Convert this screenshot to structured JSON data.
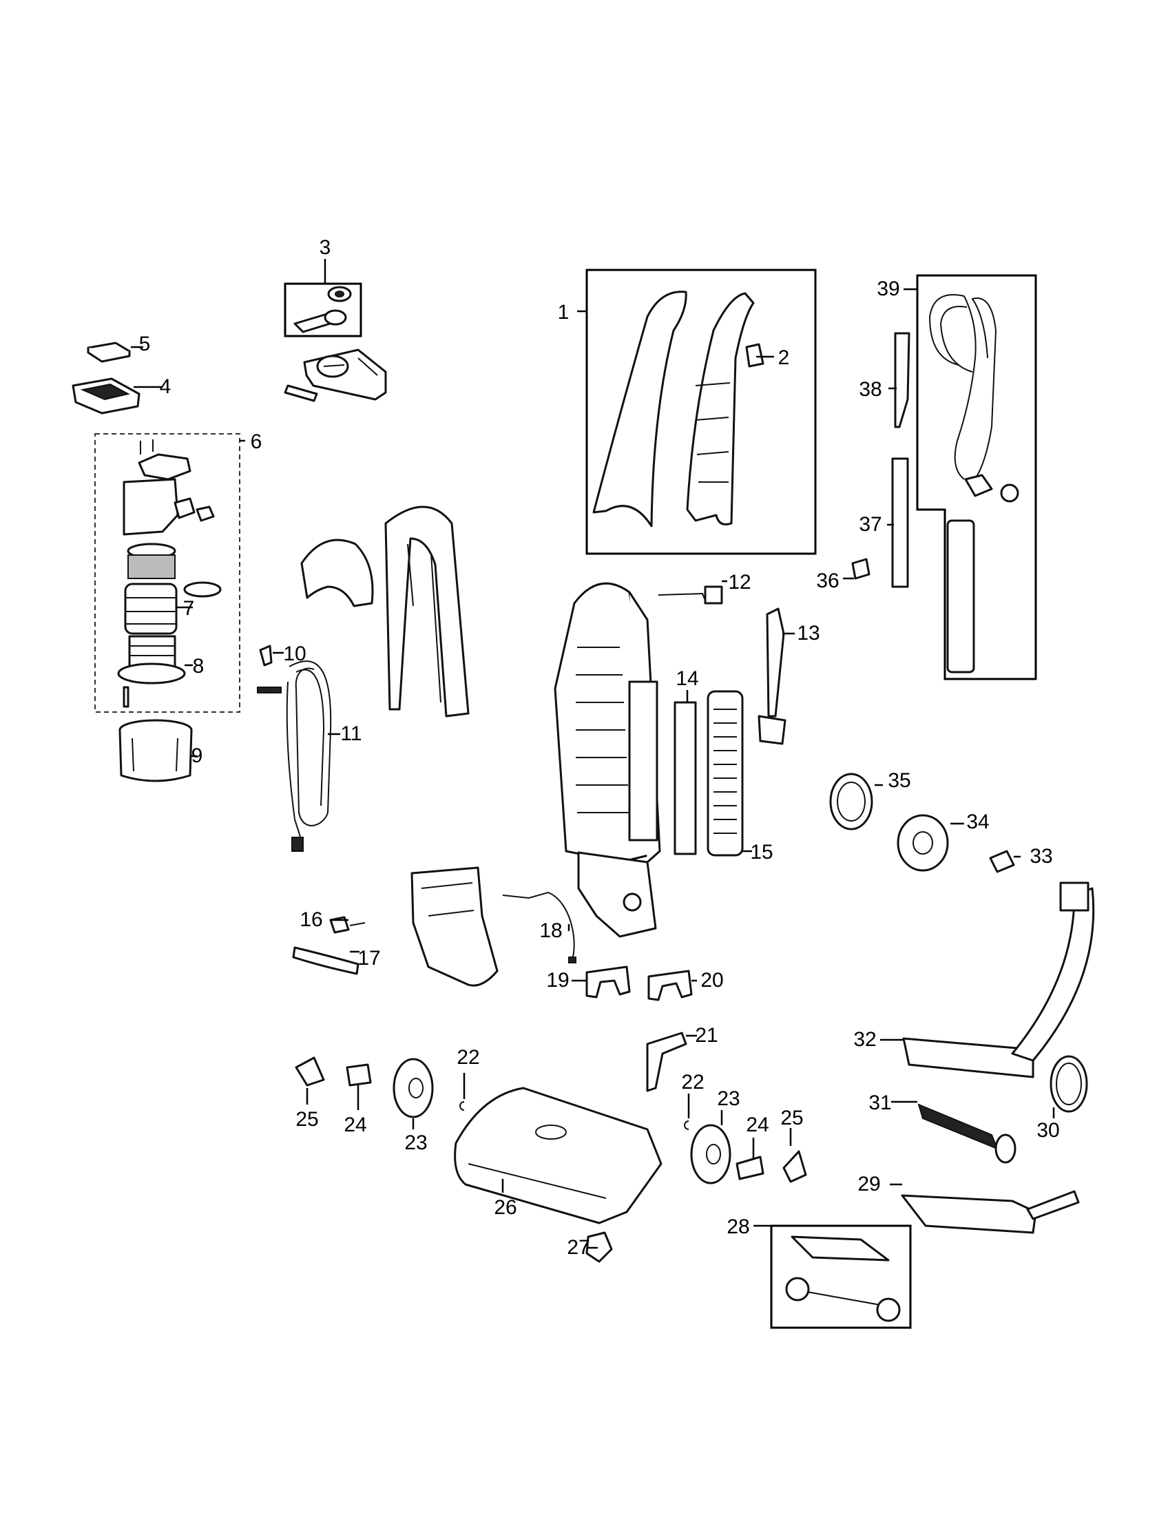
{
  "callouts": {
    "c1": "1",
    "c2": "2",
    "c3": "3",
    "c4": "4",
    "c5": "5",
    "c6": "6",
    "c7": "7",
    "c8": "8",
    "c9": "9",
    "c10": "10",
    "c11": "11",
    "c12": "12",
    "c13": "13",
    "c14": "14",
    "c15": "15",
    "c16": "16",
    "c17": "17",
    "c18": "18",
    "c19": "19",
    "c20": "20",
    "c21": "21",
    "c22a": "22",
    "c22b": "22",
    "c23a": "23",
    "c23b": "23",
    "c24a": "24",
    "c24b": "24",
    "c25a": "25",
    "c25b": "25",
    "c26": "26",
    "c27": "27",
    "c28": "28",
    "c29": "29",
    "c30": "30",
    "c31": "31",
    "c32": "32",
    "c33": "33",
    "c34": "34",
    "c35": "35",
    "c36": "36",
    "c37": "37",
    "c38": "38",
    "c39": "39"
  },
  "icons": [
    "exploded-parts-drawing"
  ]
}
